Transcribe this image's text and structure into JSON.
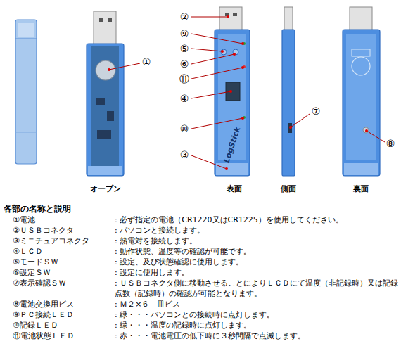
{
  "diagram": {
    "title": "各部の名称と説明",
    "labels": [
      "①",
      "②",
      "⑨",
      "⑤",
      "⑥",
      "⑪",
      "④",
      "⑩",
      "③",
      "⑦",
      "⑧",
      "LogStick",
      "オープン",
      "表面",
      "側面",
      "裏面",
      "①電池",
      ": 必ず指定の電池（CR1220又はCR1225）を使用してください。",
      "②ＵＳＢコネクタ",
      ": パソコンと接続します。",
      "③ミニチュアコネクタ",
      ": 熱電対を接続します。",
      "④ＬＣＤ",
      ": 動作状態、温度等の確認が可能です。",
      "⑤モードＳＷ",
      ": 設定、及び状態確認に使用します。",
      "⑥設定ＳＷ",
      ": 設定に使用します。",
      "⑦表示確認ＳＷ",
      ": ＵＳＢコネクタ側に移動させることによりＬＣＤにて温度（非記録時）又は記録点数（記録時）の確認が可能となります。",
      "⑧電池交換用ビス",
      ": Ｍ２×６　皿ビス",
      "⑨ＰＣ接続ＬＥＤ",
      ": 緑・・・パソコンとの接続時に点灯します。",
      "⑩記録ＬＥＤ",
      ": 緑・・・温度の記録時に点灯します。",
      "⑪電池状態ＬＥＤ",
      ": 赤・・・電池電圧の低下時に３秒間隔で点滅します。"
    ]
  }
}
